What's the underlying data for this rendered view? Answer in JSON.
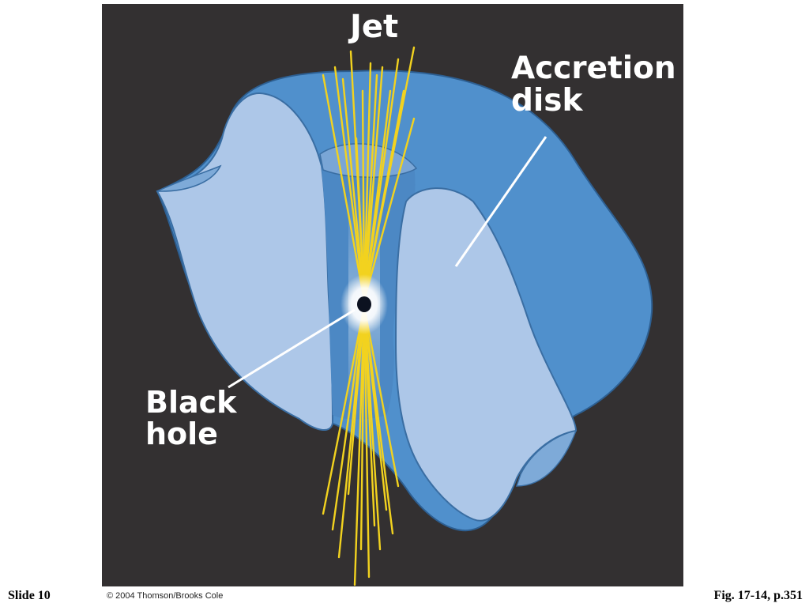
{
  "figure": {
    "labels": {
      "jet": "Jet",
      "accretion_disk": "Accretion\ndisk",
      "black_hole": "Black\nhole"
    },
    "colors": {
      "background": "#333031",
      "disk_dark": "#5090cc",
      "disk_light": "#adc7e8",
      "jet": "#f2d21f",
      "black_hole": "#0c1220",
      "label": "#ffffff"
    }
  },
  "footer": {
    "slide": "Slide 10",
    "copyright": "© 2004 Thomson/Brooks Cole",
    "figure_ref": "Fig. 17-14, p.351"
  }
}
